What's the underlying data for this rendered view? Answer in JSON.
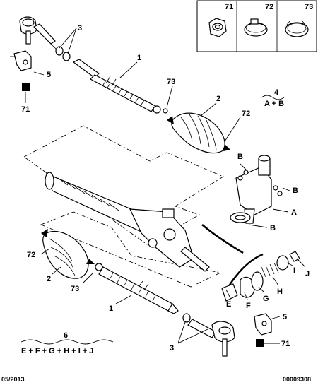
{
  "diagram": {
    "legend_box": {
      "items": [
        {
          "ref": "71",
          "icon": "nut-icon"
        },
        {
          "ref": "72",
          "icon": "clamp-icon"
        },
        {
          "ref": "73",
          "icon": "clip-icon"
        }
      ]
    },
    "callouts": {
      "tie_rod_end": "3",
      "tie_rod_end_lower": "3",
      "bracket_upper": "5",
      "bracket_lower": "5",
      "nut_upper": "71",
      "nut_lower": "71",
      "inner_rod_upper": "1",
      "inner_rod_lower": "1",
      "boot_upper": "2",
      "boot_lower": "2",
      "clip_upper": "73",
      "clip_lower": "73",
      "clamp_upper": "72",
      "clamp_lower": "72",
      "kit_pinion": "4",
      "kit_pinion_formula": "A + B",
      "kit_damper": "6",
      "kit_damper_formula": "E + F + G + H + I + J",
      "pinion_screw_b1": "B",
      "pinion_screw_b2": "B",
      "pinion_housing": "A",
      "pinion_gasket": "B",
      "damper_e": "E",
      "damper_f": "F",
      "damper_g": "G",
      "damper_h": "H",
      "damper_i": "I",
      "damper_j": "J"
    },
    "footer": {
      "date": "05/2013",
      "ref_number": "00009308"
    }
  }
}
